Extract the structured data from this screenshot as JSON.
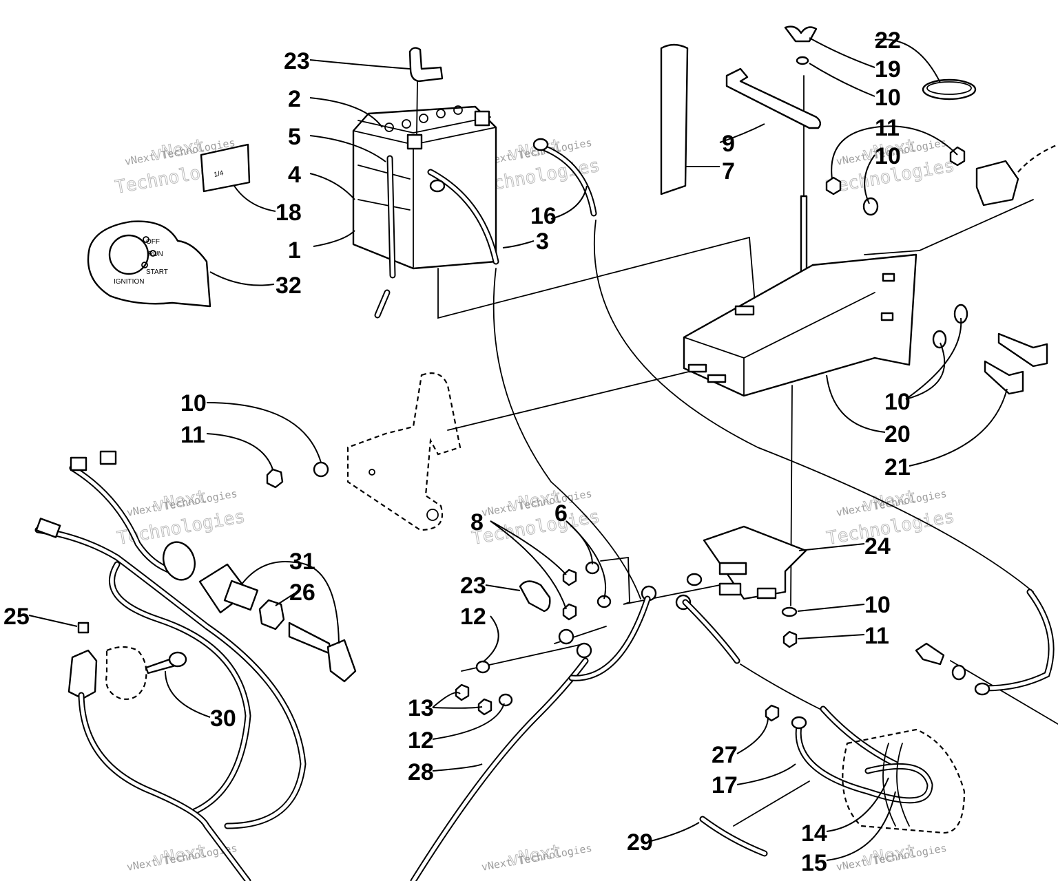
{
  "callouts": {
    "c23a": "23",
    "c2": "2",
    "c5": "5",
    "c4": "4",
    "c18": "18",
    "c1": "1",
    "c32": "32",
    "c16": "16",
    "c3": "3",
    "c7": "7",
    "c9": "9",
    "c22": "22",
    "c19": "19",
    "c10a": "10",
    "c11a": "11",
    "c10b": "10",
    "c10c": "10",
    "c20": "20",
    "c21": "21",
    "c10d": "10",
    "c11b": "11",
    "c8": "8",
    "c6": "6",
    "c31": "31",
    "c26": "26",
    "c23b": "23",
    "c12a": "12",
    "c24": "24",
    "c10e": "10",
    "c11c": "11",
    "c25": "25",
    "c30": "30",
    "c13": "13",
    "c12b": "12",
    "c28": "28",
    "c27": "27",
    "c17": "17",
    "c14": "14",
    "c15": "15",
    "c29": "29"
  },
  "ignition_plate": {
    "off": "OFF",
    "run": "RUN",
    "start": "START",
    "ignition": "IGNITION"
  },
  "watermark": {
    "line1": "vNext Technologies",
    "line2": "vNext",
    "line3": "Technologies"
  }
}
